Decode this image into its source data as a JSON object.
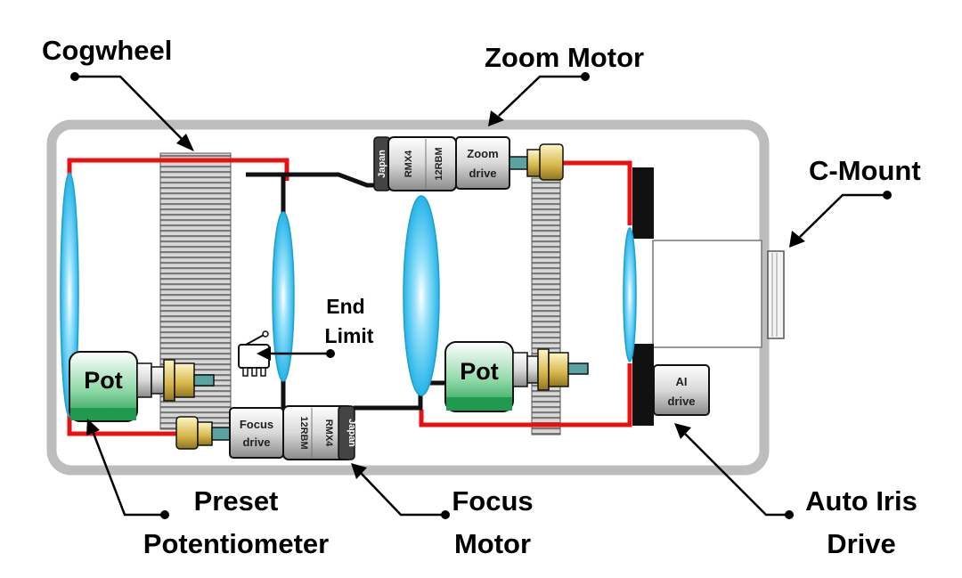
{
  "labels": {
    "cogwheel": "Cogwheel",
    "zoom_motor": "Zoom Motor",
    "c_mount": "C-Mount",
    "end_limit_line1": "End",
    "end_limit_line2": "Limit",
    "preset_line1": "Preset",
    "preset_line2": "Potentiometer",
    "focus_motor_line1": "Focus",
    "focus_motor_line2": "Motor",
    "auto_iris_line1": "Auto Iris",
    "auto_iris_line2": "Drive"
  },
  "components": {
    "pot_left": "Pot",
    "pot_right": "Pot",
    "zoom_drive_line1": "Zoom",
    "zoom_drive_line2": "drive",
    "focus_drive_line1": "Focus",
    "focus_drive_line2": "drive",
    "ai_drive_line1": "AI",
    "ai_drive_line2": "drive",
    "motor_model": "12RBM",
    "motor_series": "RMX4",
    "motor_origin": "Japan"
  },
  "colors": {
    "red_wire": "#e81010",
    "black_wire": "#111111",
    "housing": "#bdbdbd",
    "lens": "#4fc6ee",
    "pot_green": "#2e9e55",
    "rack_gray": "#8c8c8c"
  }
}
